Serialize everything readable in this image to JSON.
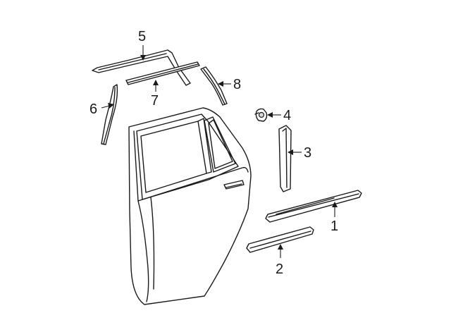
{
  "callouts": {
    "n1": "1",
    "n2": "2",
    "n3": "3",
    "n4": "4",
    "n5": "5",
    "n6": "6",
    "n7": "7",
    "n8": "8"
  }
}
